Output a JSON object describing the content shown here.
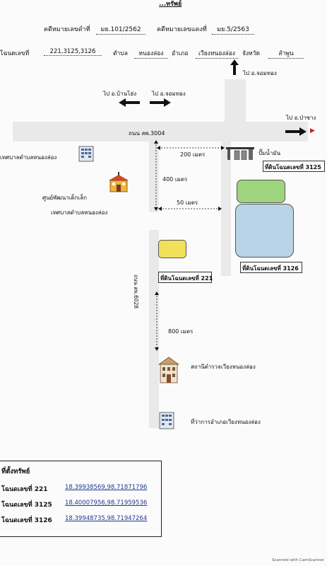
{
  "header": {
    "title": "...ทรัพย์",
    "case_black_label": "คดีหมายเลขดำที่",
    "case_black_value": "มย.101/2562",
    "case_red_label": "คดีหมายเลขแดงที่",
    "case_red_value": "มย.5/2563",
    "deed_label": "โฉนดเลขที่",
    "deed_value": "221,3125,3126",
    "tambon_label": "ตำบล",
    "tambon_value": "หนองล่อง",
    "amphoe_label": "อำเภอ",
    "amphoe_value": "เวียงหนองล่อง",
    "province_label": "จังหวัด",
    "province_value": "ลำพูน"
  },
  "map": {
    "dir_north": "ไป อ.จอมทอง",
    "dir_west": "ไป อ.บ้านโฮ่ง",
    "dir_mid": "ไป อ.จอมทอง",
    "dir_east": "ไป อ.ป่าซาง",
    "road_main": "ถนน ลพ.3004",
    "road_side": "ถนน ลพ.6028",
    "dist_200": "200 เมตร",
    "dist_400": "400 เมตร",
    "dist_50": "50 เมตร",
    "dist_800": "800 เมตร",
    "gas_station": "ปั๊มน้ำมัน",
    "municipality": "เทศบาลตำบลหนองล่อง",
    "childcare_1": "ศูนย์พัฒนาเด็กเล็ก",
    "childcare_2": "เทศบาลตำบลหนองล่อง",
    "police": "สถานีตำรวจเวียงหนองล่อง",
    "district_office": "ที่ว่าการอำเภอเวียงหนองล่อง",
    "plot_3125": "ที่ดินโฉนดเลขที่ 3125",
    "plot_3126": "ที่ดินโฉนดเลขที่ 3126",
    "plot_221": "ที่ดินโฉนดเลขที่ 221",
    "colors": {
      "green": "#9fd47e",
      "blue": "#b9d4e6",
      "yellow": "#f0e05a"
    }
  },
  "coords_box": {
    "title": "ที่ตั้งทรัพย์",
    "rows": [
      {
        "label": "โฉนดเลขที่ 221",
        "value": "18.39938569,98.71871796"
      },
      {
        "label": "โฉนดเลขที่ 3125",
        "value": "18.40007956,98.71959536"
      },
      {
        "label": "โฉนดเลขที่ 3126",
        "value": "18.39948735,98.71947264"
      }
    ]
  },
  "footer": {
    "scanner": "Scanned with CamScanner"
  }
}
